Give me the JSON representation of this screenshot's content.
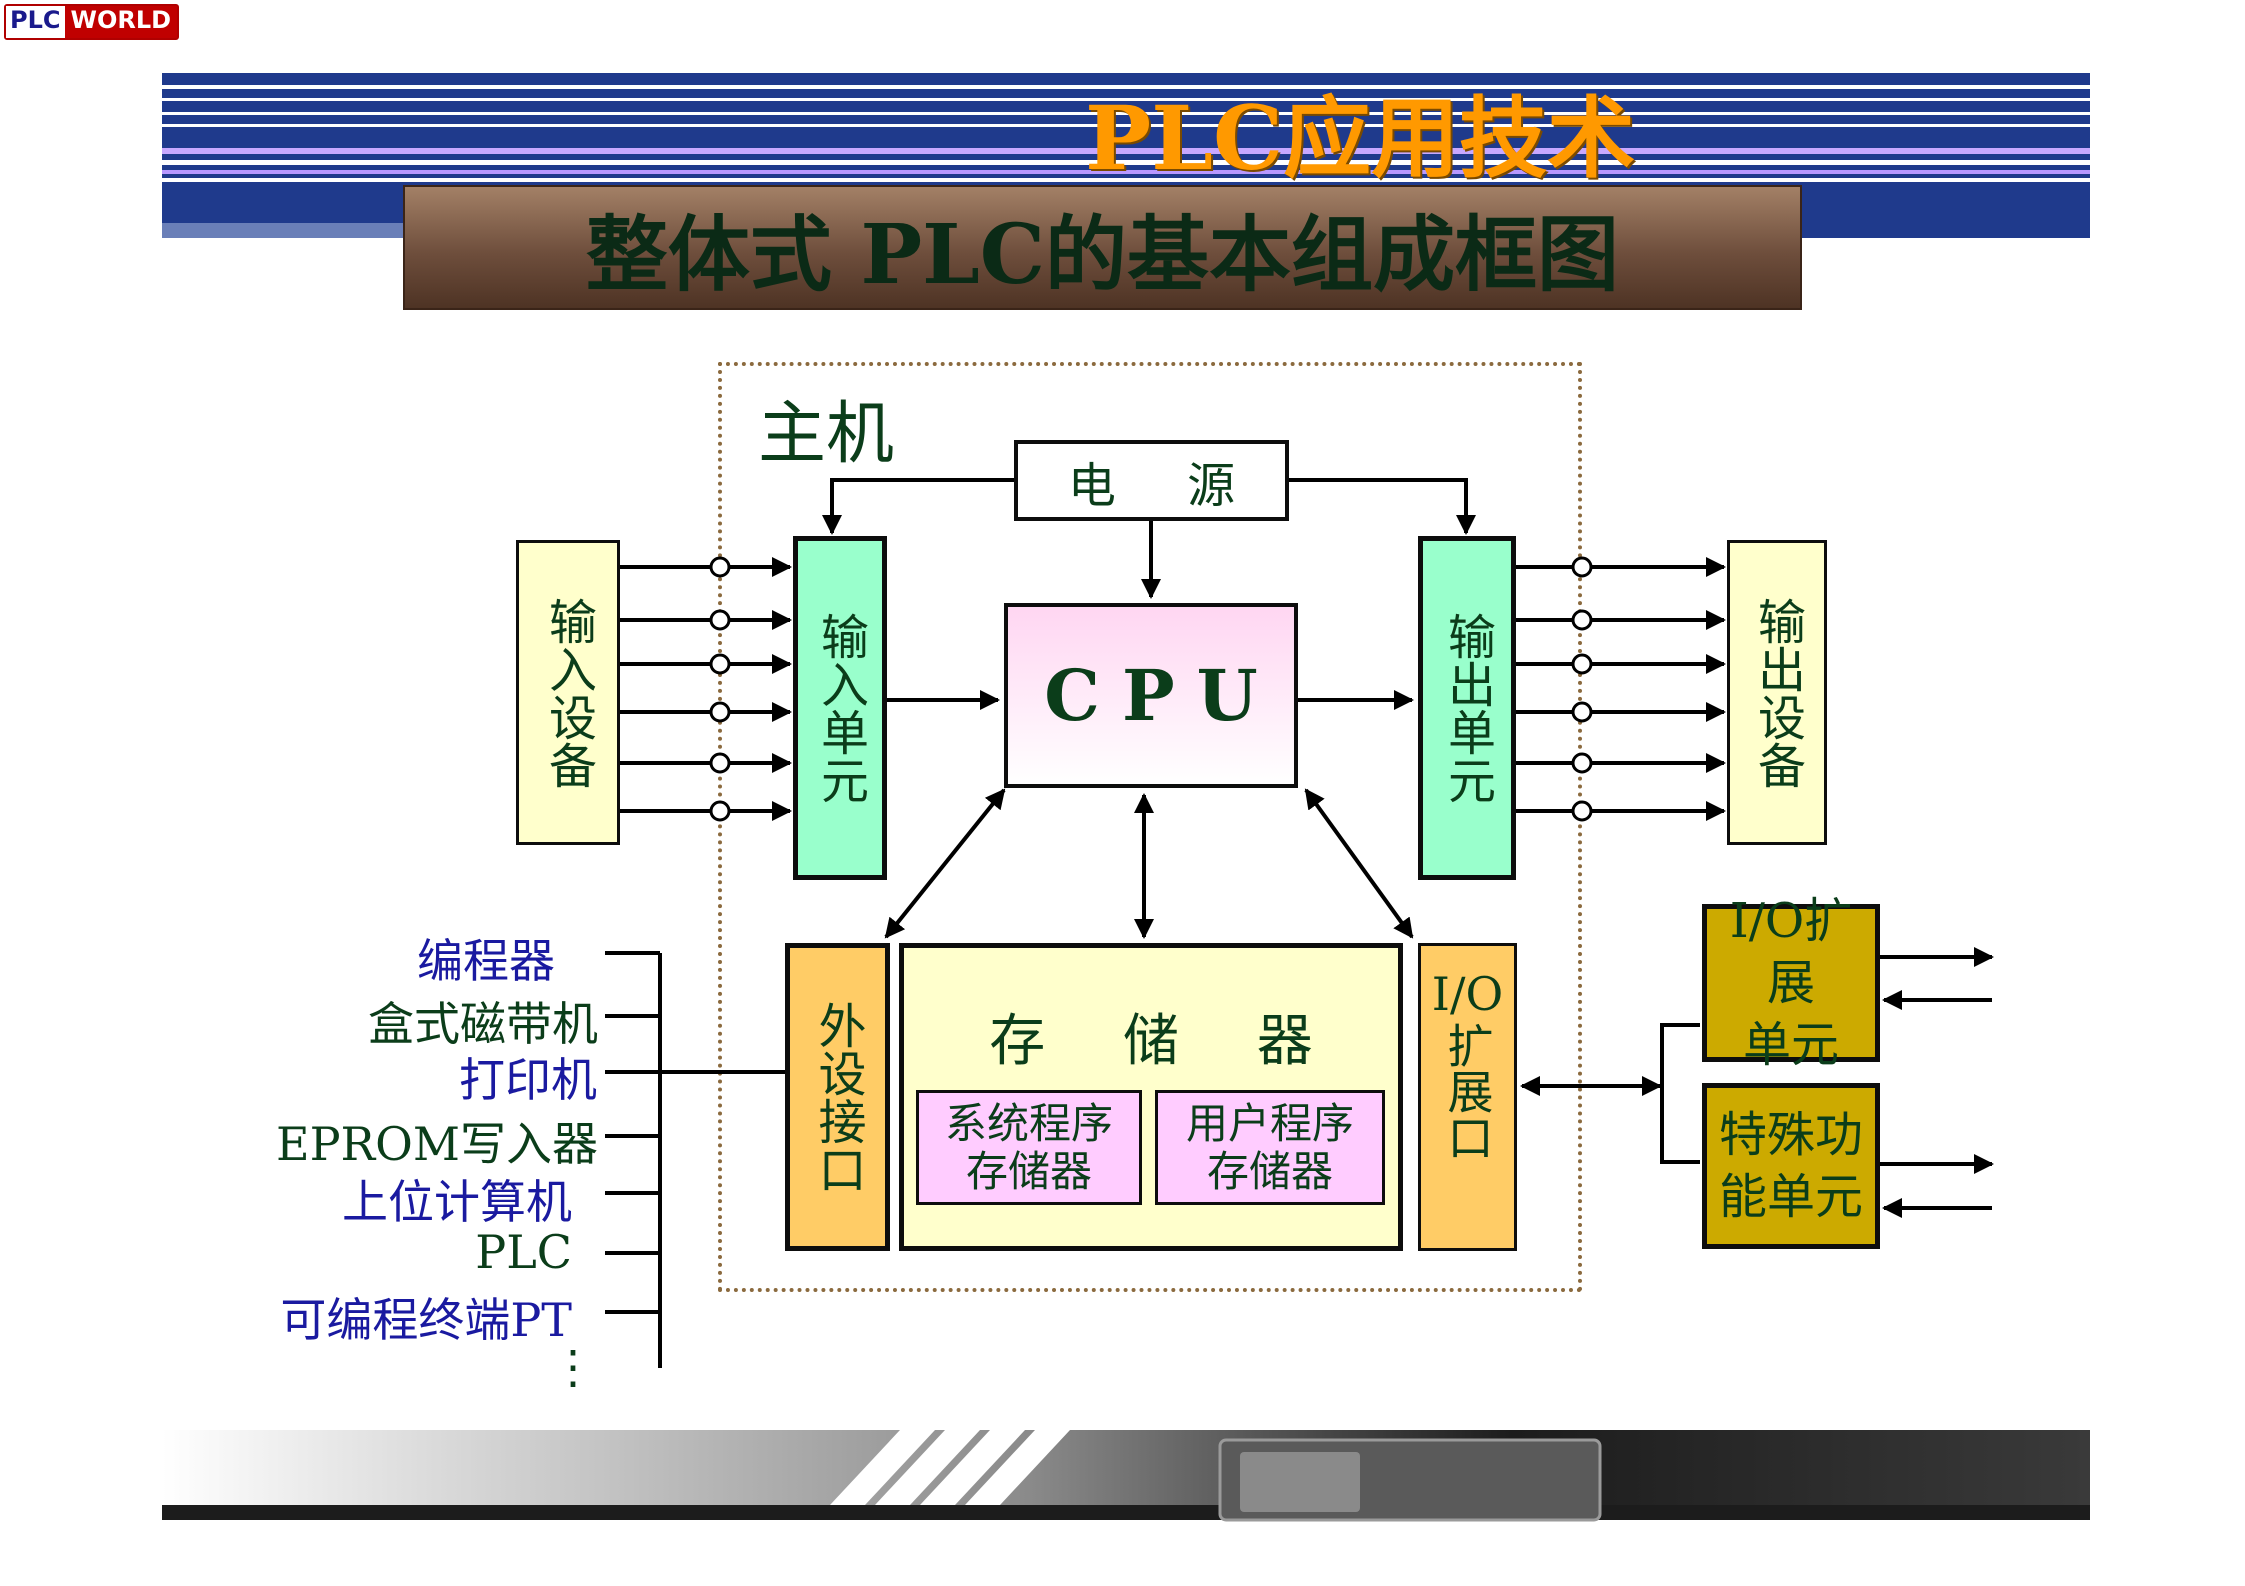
{
  "logo": {
    "left": "PLC",
    "right": "WORLD"
  },
  "course_title": "PLC应用技术",
  "slide_title": "整体式 PLC的基本组成框图",
  "host_label": "主机",
  "blocks": {
    "power": "电 源",
    "input_device": "输入设备",
    "input_unit": "输入单元",
    "cpu": "CPU",
    "output_unit": "输出单元",
    "output_device": "输出设备",
    "peripheral_port": "外设接口",
    "memory": "存 储 器",
    "system_memory": [
      "系统程序",
      "存储器"
    ],
    "user_memory": [
      "用户程序",
      "存储器"
    ],
    "io_port_head": "I/O",
    "io_port_tail": "扩展口",
    "io_expansion": [
      "I/O扩展",
      "单元"
    ],
    "special_function": [
      "特殊功",
      "能单元"
    ]
  },
  "peripherals": [
    {
      "label": "编程器",
      "color": "blue"
    },
    {
      "label": "盒式磁带机",
      "color": "green"
    },
    {
      "label": "打印机",
      "color": "blue"
    },
    {
      "label": "EPROM写入器",
      "color": "green"
    },
    {
      "label": "上位计算机",
      "color": "blue"
    },
    {
      "label": "PLC",
      "color": "green"
    },
    {
      "label": "可编程终端PT",
      "color": "blue"
    }
  ],
  "more": "⋮",
  "colors": {
    "banner": "#1f3a8c",
    "title_accent": "#ff9900",
    "text_green": "#0b3d1a",
    "text_blue": "#1a1aa0"
  }
}
